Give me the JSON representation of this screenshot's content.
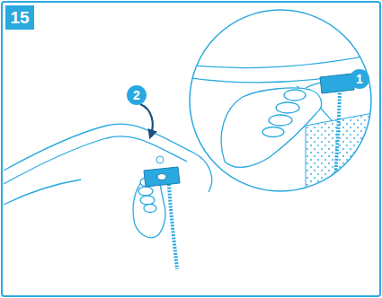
{
  "diagram": {
    "labels": [
      "15",
      "1",
      "2"
    ]
  }
}
